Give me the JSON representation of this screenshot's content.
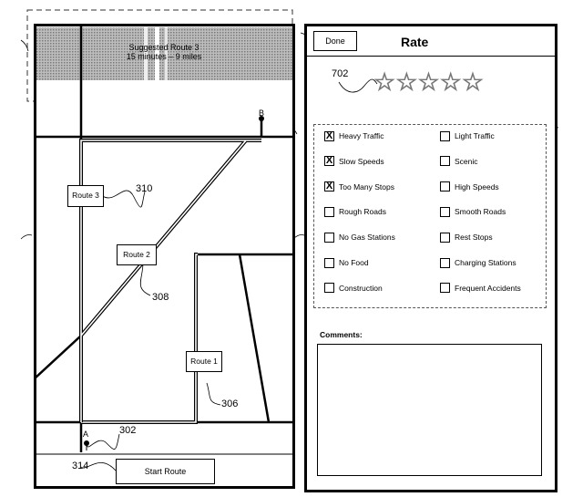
{
  "banner": {
    "line1": "Suggested Route 3",
    "line2": "15 minutes – 9 miles"
  },
  "map": {
    "point_a": "A",
    "point_b": "B",
    "routes": [
      {
        "label": "Route 3",
        "ref": "310"
      },
      {
        "label": "Route 2",
        "ref": "308"
      },
      {
        "label": "Route 1",
        "ref": "306"
      }
    ],
    "ref_start": "302",
    "ref_button": "314"
  },
  "start_button": "Start Route",
  "rate_screen": {
    "done_label": "Done",
    "title": "Rate",
    "stars_ref": "702",
    "stars": "☆☆☆☆☆",
    "options_left": [
      {
        "label": "Heavy Traffic",
        "checked": true
      },
      {
        "label": "Slow Speeds",
        "checked": true
      },
      {
        "label": "Too Many Stops",
        "checked": true
      },
      {
        "label": "Rough Roads",
        "checked": false
      },
      {
        "label": "No Gas Stations",
        "checked": false
      },
      {
        "label": "No Food",
        "checked": false
      },
      {
        "label": "Construction",
        "checked": false
      }
    ],
    "options_right": [
      {
        "label": "Light Traffic",
        "checked": false
      },
      {
        "label": "Scenic",
        "checked": false
      },
      {
        "label": "High Speeds",
        "checked": false
      },
      {
        "label": "Smooth Roads",
        "checked": false
      },
      {
        "label": "Rest Stops",
        "checked": false
      },
      {
        "label": "Charging Stations",
        "checked": false
      },
      {
        "label": "Frequent Accidents",
        "checked": false
      }
    ],
    "check_mark": "X",
    "comments_label": "Comments:"
  }
}
